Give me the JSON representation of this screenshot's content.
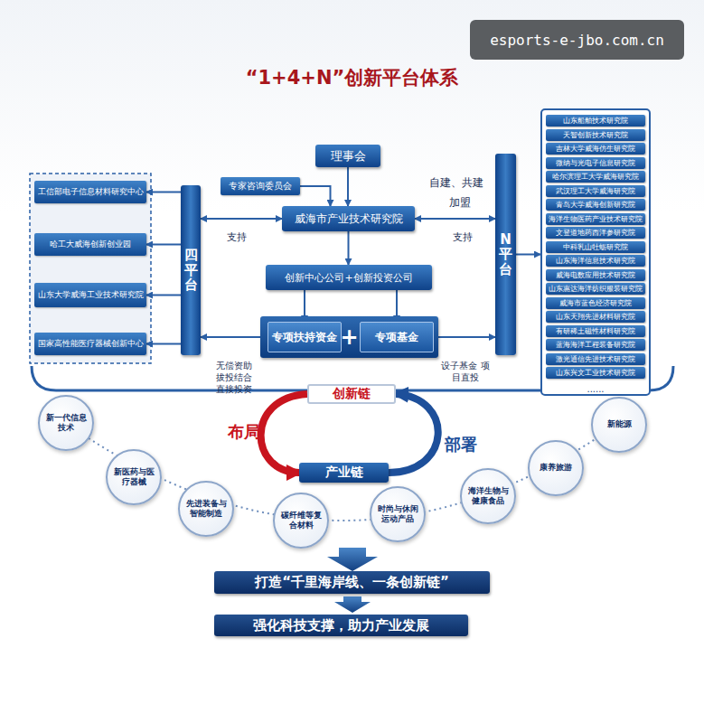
{
  "diagram": {
    "title": "“1+4+N”创新平台体系",
    "nodes": [
      {
        "text": [
          "理事会"
        ]
      },
      {
        "text": [
          "专家咨询委员会"
        ]
      },
      {
        "text": [
          "威海市产业技术研究院"
        ]
      },
      {
        "text": [
          "四平台"
        ]
      },
      {
        "text": [
          "工信部电子信息材料研究中心"
        ]
      },
      {
        "text": [
          "哈工大威海创新创业园"
        ]
      },
      {
        "text": [
          "山东大学威海工业技术研究院"
        ]
      },
      {
        "text": [
          "国家高性能医疗器械创新中心"
        ]
      },
      {
        "text": [
          "N平台"
        ]
      },
      {
        "text": [
          "......"
        ]
      },
      {
        "text": [
          "山东船舶技术研究院"
        ],
        "in": 9
      },
      {
        "text": [
          "天智创新技术研究院"
        ],
        "in": 9
      },
      {
        "text": [
          "吉林大学威海仿生研究院"
        ],
        "in": 9
      },
      {
        "text": [
          "微纳与光电子信息研究院"
        ],
        "in": 9
      },
      {
        "text": [
          "哈尔滨理工大学威海研究院"
        ],
        "in": 9
      },
      {
        "text": [
          "武汉理工大学威海研究院"
        ],
        "in": 9
      },
      {
        "text": [
          "青岛大学威海创新研究院"
        ],
        "in": 9
      },
      {
        "text": [
          "海洋生物医药产业技术研究院"
        ],
        "in": 9
      },
      {
        "text": [
          "文登道地药西洋参研究院"
        ],
        "in": 9
      },
      {
        "text": [
          "中科乳山牡蛎研究院"
        ],
        "in": 9
      },
      {
        "text": [
          "山东海洋信息技术研究院"
        ],
        "in": 9
      },
      {
        "text": [
          "威海电数应用技术研究院"
        ],
        "in": 9
      },
      {
        "text": [
          "山东惠达海洋纺织服装研究院"
        ],
        "in": 9
      },
      {
        "text": [
          "威海市蓝色经济研究院"
        ],
        "in": 9
      },
      {
        "text": [
          "山东天翔先进材料研究院"
        ],
        "in": 9
      },
      {
        "text": [
          "有研稀土磁性材料研究院"
        ],
        "in": 9
      },
      {
        "text": [
          "蓝海海洋工程装备研究院"
        ],
        "in": 9
      },
      {
        "text": [
          "激光通信先进技术研究院"
        ],
        "in": 9
      },
      {
        "text": [
          "山东兴文工业技术研究院"
        ],
        "in": 9
      },
      {
        "text": [
          "创新中心公司+创新投资公司"
        ]
      },
      {
        "text": [
          "+"
        ]
      },
      {
        "text": [
          "专项扶持资金"
        ],
        "in": 30
      },
      {
        "text": [
          "专项基金"
        ],
        "in": 30
      },
      {
        "text": [
          "创新链"
        ]
      },
      {
        "text": [
          "产业链"
        ]
      },
      {
        "text": [
          "新一代信息技术"
        ]
      },
      {
        "text": [
          "新医药与医疗器械"
        ]
      },
      {
        "text": [
          "先进装备与智能制造"
        ]
      },
      {
        "text": [
          "碳纤维等复合材料"
        ]
      },
      {
        "text": [
          "时尚与休闲运动产品"
        ]
      },
      {
        "text": [
          "海洋生物与健康食品"
        ]
      },
      {
        "text": [
          "康养旅游"
        ]
      },
      {
        "text": [
          "新能源"
        ]
      },
      {
        "text": [
          "打造“千里海岸线、一条创新链”"
        ]
      },
      {
        "text": [
          "强化科技支撑，助力产业发展"
        ]
      }
    ],
    "edges": [
      {
        "from": 0,
        "to": 2,
        "arrow": "to"
      },
      {
        "from": 1,
        "to": 2,
        "arrow": "to"
      },
      {
        "from": 2,
        "to": 3,
        "label": "支持",
        "arrow": "both"
      },
      {
        "from": 2,
        "to": 8,
        "label": "支持",
        "arrow": "both"
      },
      {
        "from": 2,
        "to": 29,
        "arrow": "to"
      },
      {
        "from": 29,
        "to": 31,
        "arrow": "to"
      },
      {
        "from": 29,
        "to": 32,
        "arrow": "to"
      },
      {
        "from": 31,
        "to": 3,
        "label": "无偿资助 拔投结合 直接投资",
        "arrow": "to"
      },
      {
        "from": 32,
        "to": 8,
        "label": "设子基金 项目直投",
        "arrow": "to"
      },
      {
        "from": 3,
        "to": 4,
        "arrow": "to"
      },
      {
        "from": 3,
        "to": 5,
        "arrow": "to"
      },
      {
        "from": 3,
        "to": 6,
        "arrow": "to"
      },
      {
        "from": 3,
        "to": 7,
        "arrow": "to"
      },
      {
        "from": 8,
        "to": 9,
        "arrow": "to"
      },
      {
        "from": 33,
        "to": 34,
        "label": "布局",
        "arrow": "to"
      },
      {
        "from": 34,
        "to": 33,
        "label": "部署",
        "arrow": "to"
      }
    ],
    "labels": [
      "esports-e-jbo.com.cn",
      "自建、共建",
      "加盟"
    ]
  }
}
